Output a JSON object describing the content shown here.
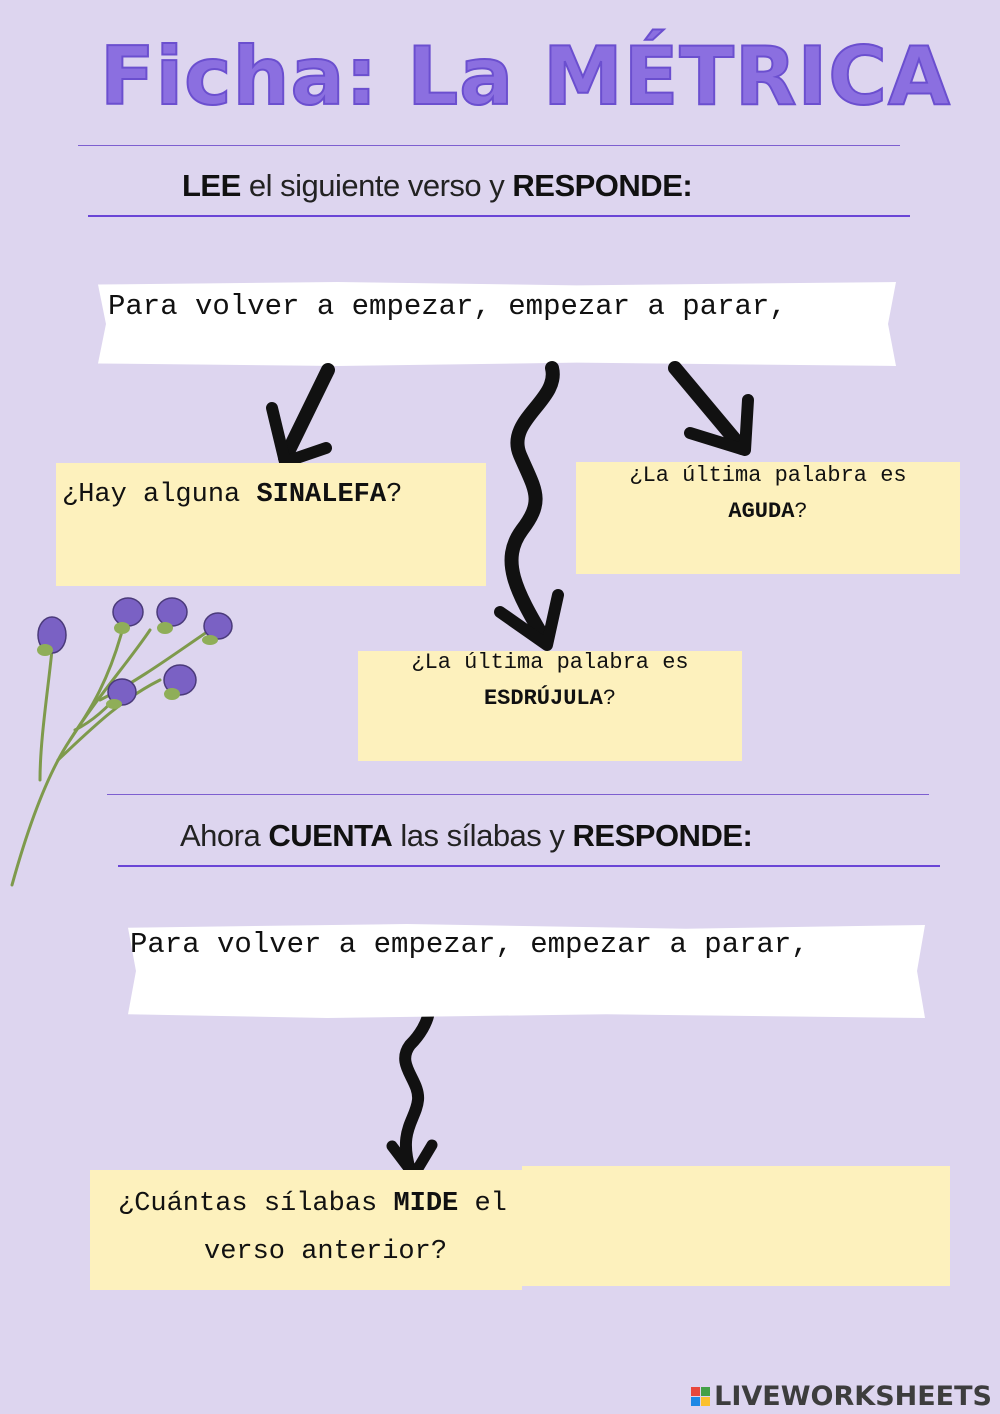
{
  "title": "Ficha: La MÉTRICA",
  "section1": {
    "instruction": {
      "lee": "LEE",
      "middle": " el siguiente verso y ",
      "responde": "RESPONDE:"
    },
    "verse": "Para volver a empezar, empezar a parar,",
    "questions": {
      "sinalefa": {
        "pre": "¿Hay alguna ",
        "bold": "SINALEFA",
        "post": "?"
      },
      "aguda": {
        "line1": "¿La última palabra es",
        "bold": "AGUDA",
        "post": "?"
      },
      "esdrujula": {
        "line1": "¿La última palabra es",
        "bold": "ESDRÚJULA",
        "post": "?"
      }
    }
  },
  "section2": {
    "instruction": {
      "pre": "Ahora ",
      "cuenta": "CUENTA",
      "middle": " las sílabas y ",
      "responde": "RESPONDE:"
    },
    "verse": "Para volver a empezar, empezar a parar,",
    "question": {
      "pre": "¿Cuántas sílabas ",
      "bold": "MIDE",
      "post": " el",
      "line2": "verso anterior?"
    }
  },
  "footer": {
    "brand": "LIVEWORKSHEETS"
  },
  "colors": {
    "background": "#ddd5ef",
    "title": "#8b6fe0",
    "note": "#fdf1bd",
    "rule": "#6a45d6"
  }
}
